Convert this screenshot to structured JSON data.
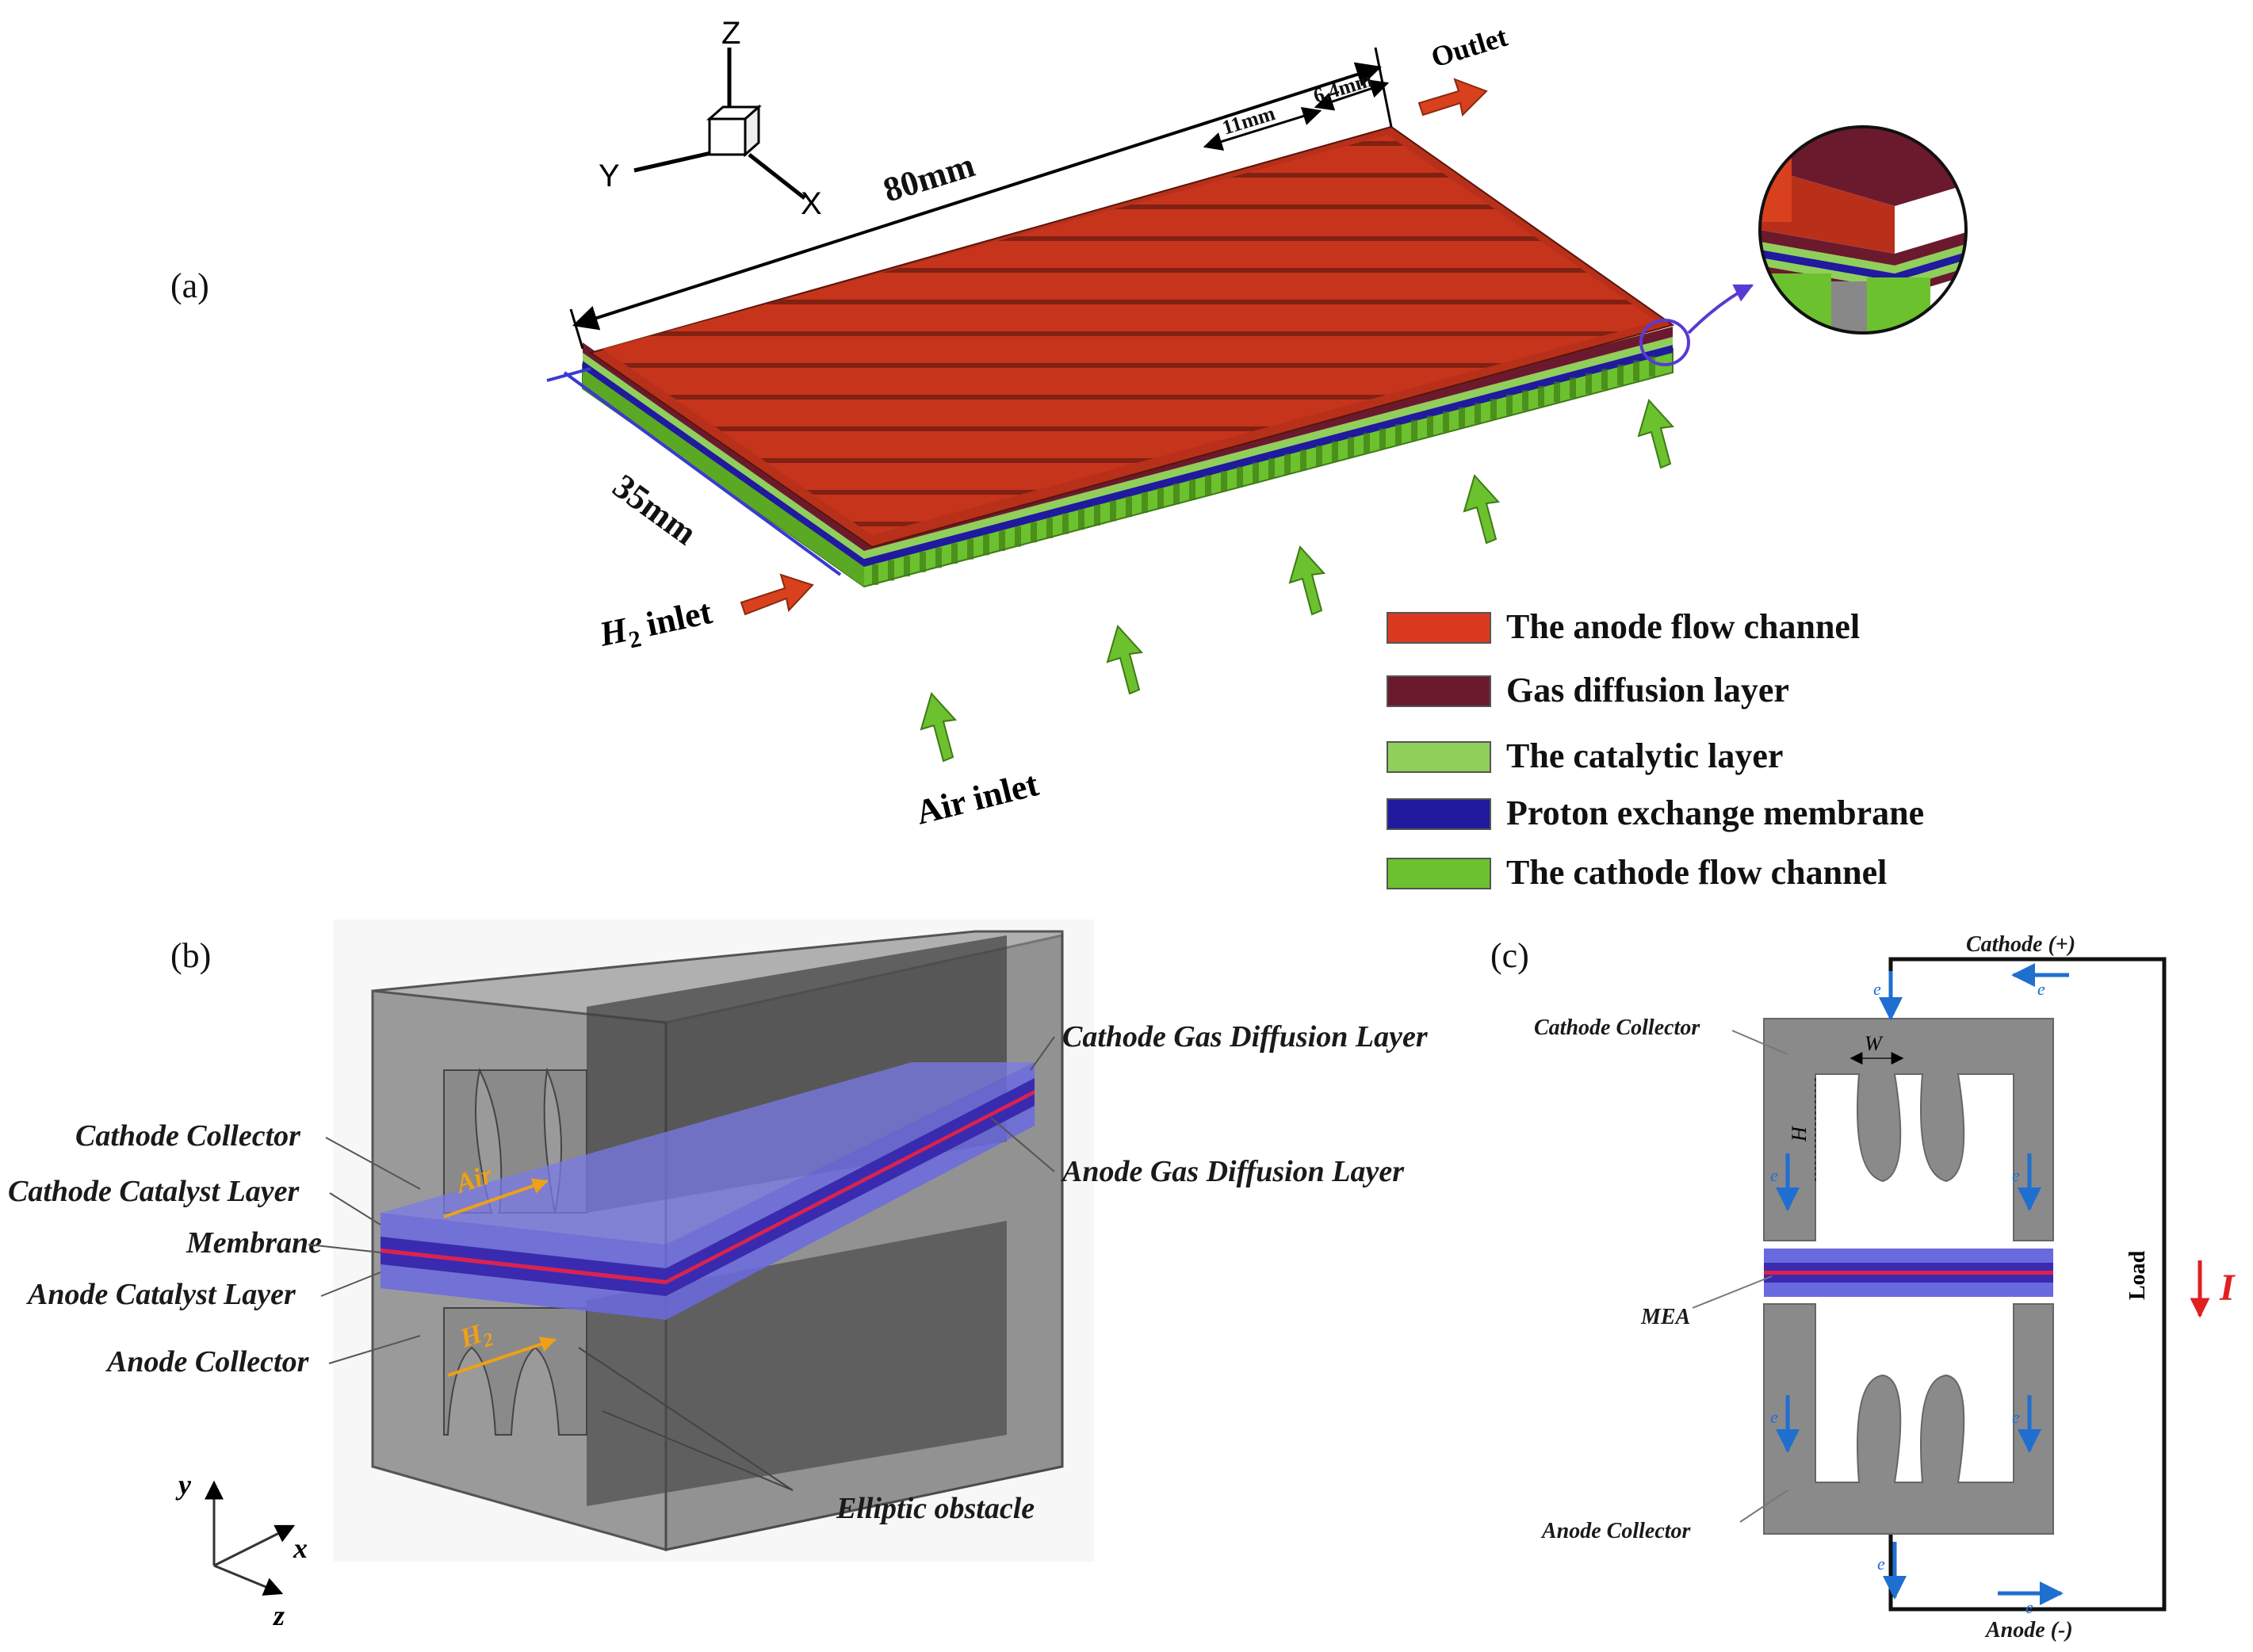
{
  "panels": {
    "a": {
      "label": "(a)",
      "axes": {
        "z": "Z",
        "y": "Y",
        "x": "X"
      },
      "dimensions": {
        "length": "80mm",
        "width": "35mm",
        "pitch": "11mm",
        "channel": "6.4mm"
      },
      "outlet": "Outlet",
      "h2_inlet_main": "H",
      "h2_inlet_sub": "2",
      "h2_inlet_rest": " inlet",
      "air_inlet": "Air inlet",
      "legend": [
        {
          "label": "The anode flow channel",
          "color": "#d93a1f"
        },
        {
          "label": "Gas diffusion layer",
          "color": "#6b1a2e"
        },
        {
          "label": "The catalytic layer",
          "color": "#8fcf5a"
        },
        {
          "label": "Proton exchange membrane",
          "color": "#1f1a9e"
        },
        {
          "label": "The cathode flow channel",
          "color": "#6cc12e"
        }
      ]
    },
    "b": {
      "label": "(b)",
      "left_labels": [
        "Cathode Collector",
        "Cathode Catalyst Layer",
        "Membrane",
        "Anode Catalyst Layer",
        "Anode Collector"
      ],
      "right_labels": [
        "Cathode Gas Diffusion Layer",
        "Anode Gas Diffusion Layer"
      ],
      "bottom_label": "Elliptic obstacle",
      "air": "Air",
      "h2": "H",
      "h2_sub": "2",
      "axes": {
        "y": "y",
        "x": "x",
        "z": "z"
      }
    },
    "c": {
      "label": "(c)",
      "cathode": "Cathode (+)",
      "anode": "Anode (-)",
      "cathode_collector": "Cathode Collector",
      "anode_collector": "Anode Collector",
      "mea": "MEA",
      "load": "Load",
      "current": "I",
      "w": "W",
      "h": "H",
      "electron": "e"
    }
  },
  "colors": {
    "anode_channel": "#d93a1f",
    "cathode_channel": "#6cc12e",
    "gdl": "#6b1a2e",
    "membrane_blue": "#1f1a9e",
    "arrow_red": "#d9401e",
    "arrow_green": "#6cc12e",
    "collector_gray": "#8a8a8a",
    "electron_blue": "#1f6fd1",
    "air_orange": "#f0a015"
  }
}
